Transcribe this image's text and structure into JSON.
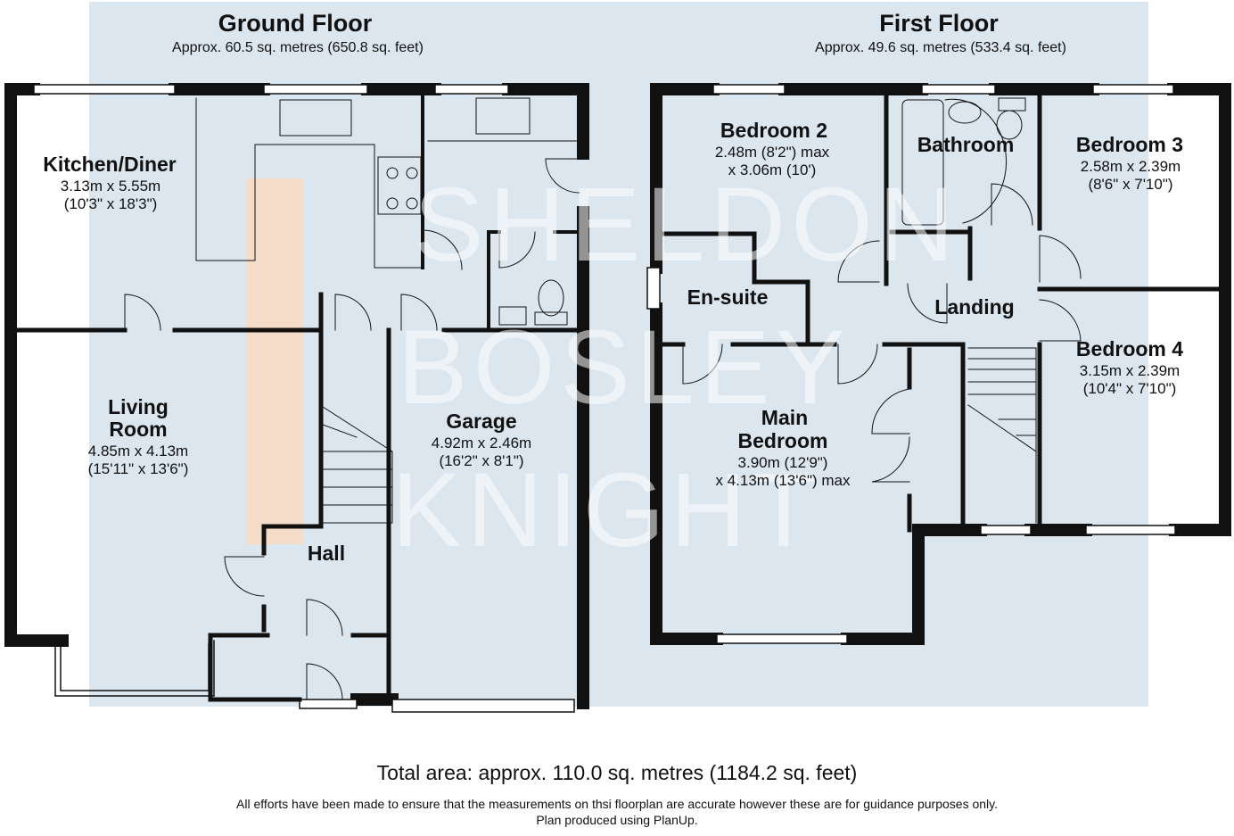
{
  "floors": {
    "ground": {
      "title": "Ground Floor",
      "area": "Approx. 60.5 sq. metres (650.8 sq. feet)"
    },
    "first": {
      "title": "First Floor",
      "area": "Approx. 49.6 sq. metres (533.4 sq. feet)"
    }
  },
  "rooms": {
    "kitchen": {
      "name": "Kitchen/Diner",
      "dim1": "3.13m x 5.55m",
      "dim2": "(10'3\" x 18'3\")"
    },
    "living": {
      "name1": "Living",
      "name2": "Room",
      "dim1": "4.85m x 4.13m",
      "dim2": "(15'11\" x 13'6\")"
    },
    "garage": {
      "name": "Garage",
      "dim1": "4.92m x 2.46m",
      "dim2": "(16'2\" x 8'1\")"
    },
    "hall": {
      "name": "Hall"
    },
    "bedroom2": {
      "name": "Bedroom 2",
      "dim1": "2.48m (8'2\") max",
      "dim2": "x 3.06m (10')"
    },
    "bathroom": {
      "name": "Bathroom"
    },
    "bedroom3": {
      "name": "Bedroom 3",
      "dim1": "2.58m x 2.39m",
      "dim2": "(8'6\" x 7'10\")"
    },
    "ensuite": {
      "name": "En-suite"
    },
    "landing": {
      "name": "Landing"
    },
    "bedroom4": {
      "name": "Bedroom 4",
      "dim1": "3.15m x 2.39m",
      "dim2": "(10'4\" x 7'10\")"
    },
    "main": {
      "name1": "Main",
      "name2": "Bedroom",
      "dim1": "3.90m (12'9\")",
      "dim2": "x 4.13m (13'6\") max"
    }
  },
  "watermark": {
    "line1": "SHELDON",
    "line2": "BOSLEY",
    "line3": "KNIGHT"
  },
  "footer": {
    "total": "Total area: approx. 110.0 sq. metres (1184.2 sq. feet)",
    "disclaimer1": "All efforts have been made to ensure that the measurements on thsi floorplan are accurate however these are for guidance purposes only.",
    "disclaimer2": "Plan produced using PlanUp."
  },
  "colors": {
    "wall": "#111111",
    "floor_fill": "#dbe6ee",
    "accent_bar": "#f5dcc8",
    "text": "#111111"
  }
}
